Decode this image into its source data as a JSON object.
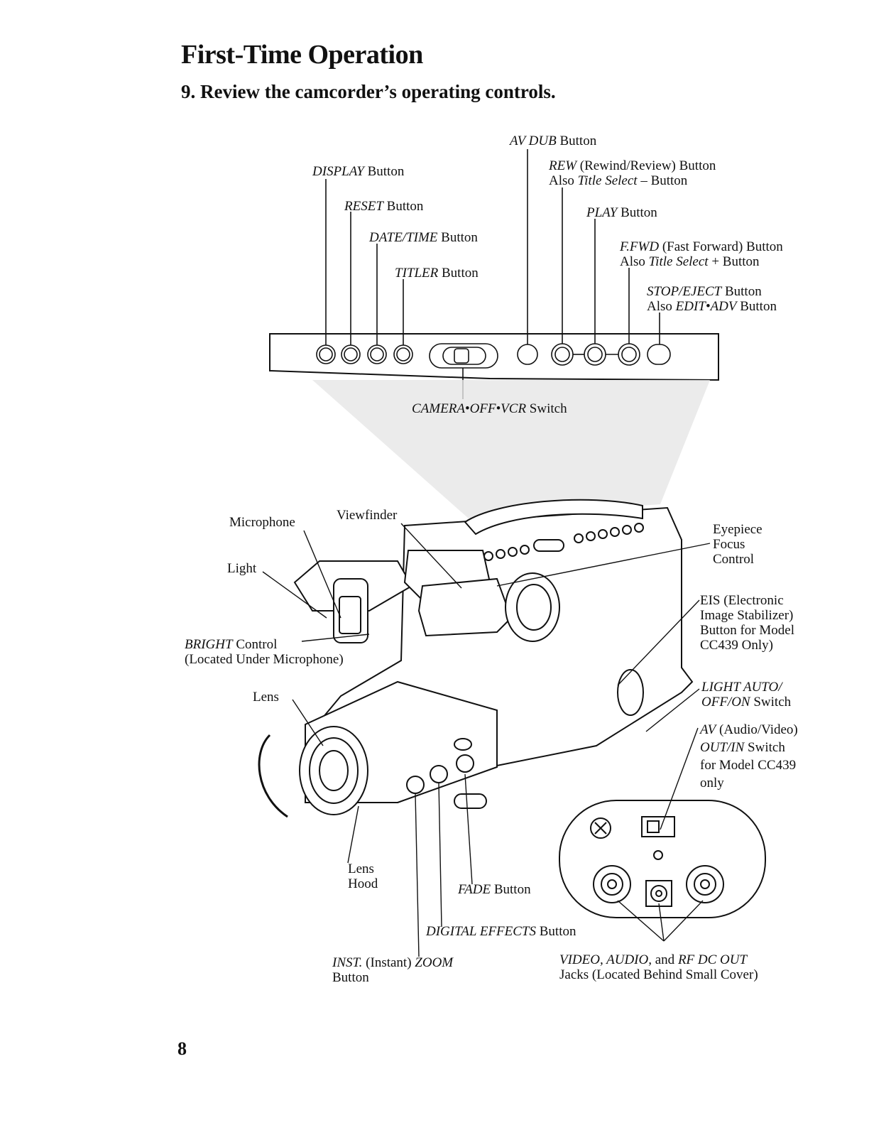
{
  "header": {
    "title": "First-Time Operation",
    "step": "9.   Review the camcorder’s operating controls."
  },
  "labels": {
    "av_dub": {
      "it": "AV DUB",
      "rest": " Button"
    },
    "display": {
      "it": "DISPLAY",
      "rest": " Button"
    },
    "rew": {
      "it": "REW",
      "rest": " (Rewind/Review) Button",
      "line2a": "Also ",
      "line2it": "Title Select",
      "line2b": " – Button"
    },
    "reset": {
      "it": "RESET",
      "rest": " Button"
    },
    "play": {
      "it": "PLAY",
      "rest": " Button"
    },
    "datetime": {
      "it": "DATE/TIME",
      "rest": " Button"
    },
    "ffwd": {
      "it": "F.FWD",
      "rest": " (Fast Forward) Button",
      "line2a": "Also ",
      "line2it": "Title Select",
      "line2b": " + Button"
    },
    "titler": {
      "it": "TITLER",
      "rest": " Button"
    },
    "stop": {
      "it": "STOP/EJECT",
      "rest": " Button",
      "line2a": "Also ",
      "line2it": "EDIT•ADV",
      "line2b": " Button"
    },
    "camera_switch": {
      "it": "CAMERA•OFF•VCR",
      "rest": " Switch"
    },
    "microphone": "Microphone",
    "viewfinder": "Viewfinder",
    "light": "Light",
    "eyepiece": [
      "Eyepiece",
      "Focus",
      "Control"
    ],
    "eis": [
      "EIS (Electronic",
      "Image Stabilizer)",
      "Button for Model",
      "CC439 Only)"
    ],
    "bright": {
      "it": "BRIGHT",
      "rest": " Control",
      "line2": "(Located Under Microphone)"
    },
    "lens": "Lens",
    "light_switch": {
      "it1": "LIGHT AUTO/",
      "it2": "OFF/ON",
      "rest": " Switch"
    },
    "av_switch": {
      "it": "AV",
      "rest": " (Audio/Video)",
      "it2": "OUT/IN",
      "rest2": " Switch",
      "line3": "for Model CC439",
      "line4": "only"
    },
    "lens_hood": [
      "Lens",
      "Hood"
    ],
    "fade": {
      "it": "FADE",
      "rest": " Button"
    },
    "digital": {
      "it": "DIGITAL EFFECTS",
      "rest": " Button"
    },
    "inst": {
      "it1": "INST.",
      "mid": " (Instant) ",
      "it2": "ZOOM",
      "line2": "Button"
    },
    "jacks": {
      "it": "VIDEO, AUDIO,",
      "mid": " and ",
      "it2": "RF DC OUT",
      "line2": "Jacks (Located Behind Small Cover)"
    }
  },
  "page_number": "8"
}
